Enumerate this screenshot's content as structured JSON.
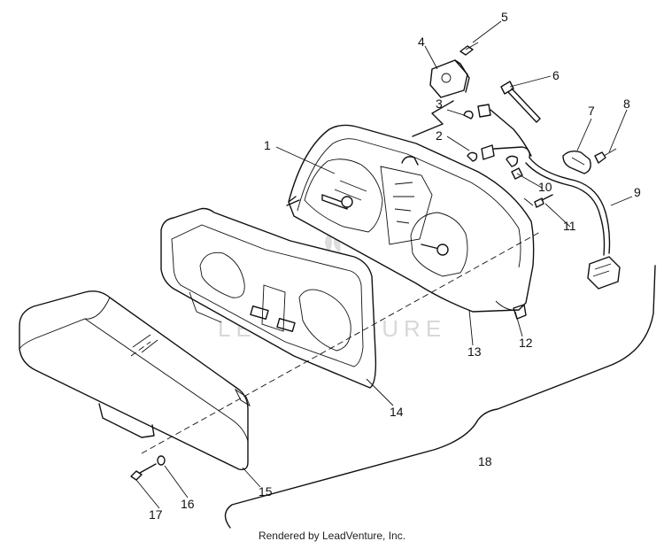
{
  "diagram": {
    "watermark": "LEADVENTURE",
    "callouts": [
      "1",
      "2",
      "3",
      "4",
      "5",
      "6",
      "7",
      "8",
      "9",
      "10",
      "11",
      "12",
      "13",
      "14",
      "15",
      "16",
      "17",
      "18"
    ]
  },
  "footer": {
    "credit": "Rendered by LeadVenture, Inc."
  }
}
